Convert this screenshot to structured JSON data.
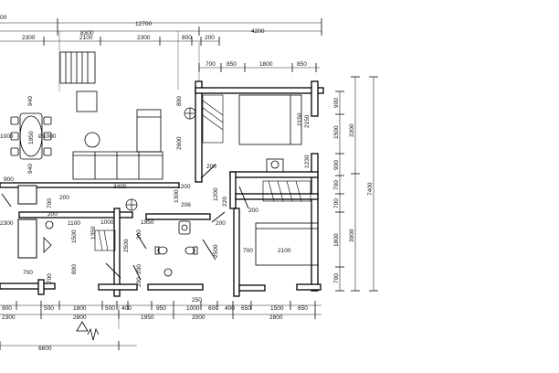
{
  "top_dims": {
    "partial_left": "00",
    "overall": "12700",
    "row2": [
      "8300",
      "4200"
    ],
    "row3": [
      "2300",
      "2100",
      "2300",
      "800",
      "200"
    ],
    "row4": [
      "700",
      "850",
      "1800",
      "850"
    ]
  },
  "right_dims": {
    "outer": "7400",
    "mid": [
      "3300",
      "3900"
    ],
    "inner": [
      "900",
      "1500",
      "900",
      "700",
      "700",
      "1800",
      "700"
    ],
    "room": [
      "2150",
      "1230"
    ]
  },
  "interior_dims": {
    "left": [
      "940",
      "1000",
      "1950",
      "Ø1000",
      "940",
      "900",
      "2300",
      "700",
      "1100",
      "1500",
      "700",
      "800",
      "700",
      "200",
      "200"
    ],
    "center": [
      "3400",
      "1200",
      "1300",
      "1200",
      "206",
      "220",
      "200",
      "200",
      "1000",
      "1950",
      "1350",
      "2500",
      "200",
      "200",
      "200",
      "2500",
      "250"
    ],
    "room_right": [
      "800",
      "2600",
      "200",
      "2100",
      "700"
    ],
    "room_upper": [
      "2150"
    ]
  },
  "bottom_dims": {
    "row1": [
      "900",
      "500",
      "1800",
      "500",
      "400",
      "950",
      "1000",
      "600",
      "400",
      "650",
      "1500",
      "650"
    ],
    "row2": [
      "2300",
      "2800",
      "1950",
      "2000",
      "2800"
    ],
    "overall": "6600"
  },
  "icons": [
    "door-arc-icon",
    "stair-icon",
    "bed-icon",
    "sofa-icon",
    "dining-table-icon",
    "toilet-icon",
    "sink-icon",
    "washbasin-icon",
    "bathtub-icon",
    "section-marker-icon"
  ]
}
